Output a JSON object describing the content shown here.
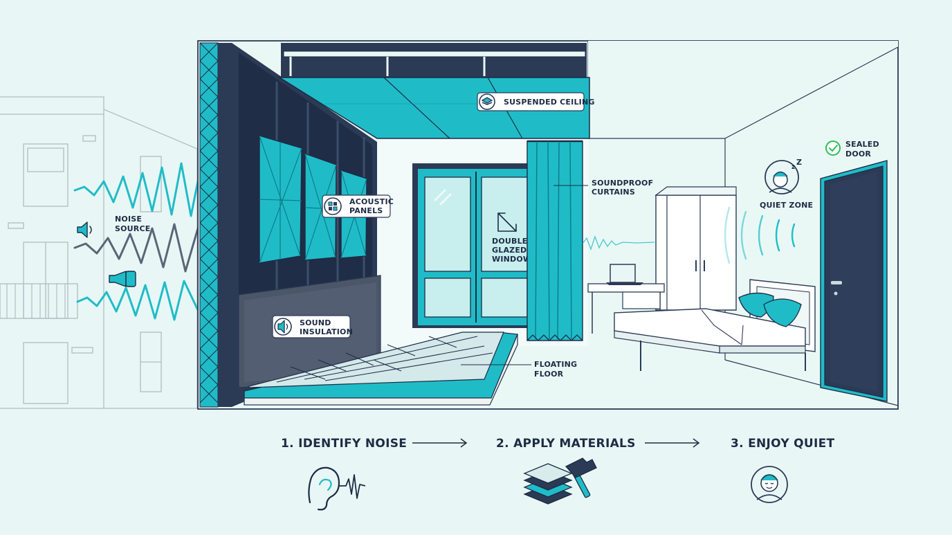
{
  "colors": {
    "background": "#e8f7f5",
    "navy": "#2b3a55",
    "navy_dark": "#1d2b44",
    "teal": "#1fbcc8",
    "teal_dark": "#0e98a6",
    "green_check": "#2ebd5a"
  },
  "labels": {
    "noise_source": [
      "NOISE",
      "SOURCE"
    ],
    "suspended_ceiling": "SUSPENDED CEILING",
    "acoustic_panels": [
      "ACOUSTIC",
      "PANELS"
    ],
    "soundproof_curtains": [
      "SOUNDPROOF",
      "CURTAINS"
    ],
    "double_glazed_window": [
      "DOUBLE-",
      "GLAZED",
      "WINDOW"
    ],
    "sealed_door": [
      "SEALED",
      "DOOR"
    ],
    "quiet_zone": "QUIET ZONE",
    "sound_insulation": [
      "SOUND",
      "INSULATION"
    ],
    "floating_floor": [
      "FLOATING",
      "FLOOR"
    ]
  },
  "steps": [
    {
      "label": "1. IDENTIFY NOISE",
      "icon": "ear-waveform-icon"
    },
    {
      "label": "2. APPLY MATERIALS",
      "icon": "layers-hammer-icon"
    },
    {
      "label": "3. ENJOY QUIET",
      "icon": "calm-face-icon"
    }
  ],
  "icons": {
    "noise_speaker": "speaker-icon",
    "noise_horn": "horn-icon",
    "ceiling": "layers-icon",
    "panels": "panel-grid-icon",
    "window": "resize-arrows-icon",
    "door_check": "check-circle-icon",
    "quiet": "sleeping-face-icon",
    "insulation": "speaker-icon"
  }
}
